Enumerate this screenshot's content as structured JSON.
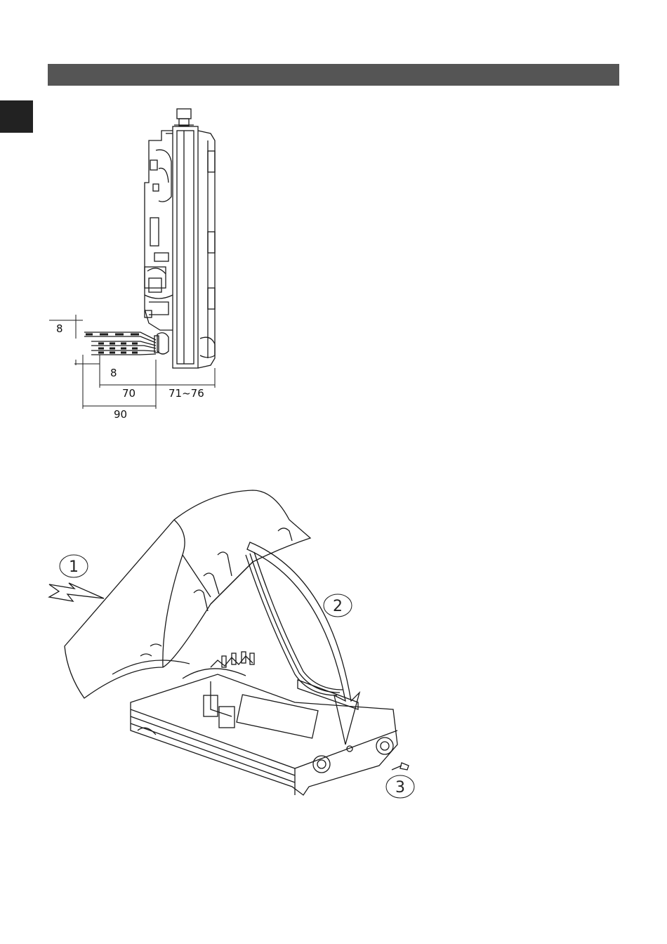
{
  "diagram_top": {
    "dimensions": {
      "d_8_top": "8",
      "d_8_mid": "8",
      "d_70": "70",
      "d_71_76": "71~76",
      "d_90": "90"
    }
  },
  "diagram_bottom": {
    "callouts": {
      "c1": "1",
      "c2": "2",
      "c3": "3"
    }
  },
  "colors": {
    "header_bar": "#555555",
    "side_tab": "#222222",
    "line": "#1a1a1a"
  }
}
